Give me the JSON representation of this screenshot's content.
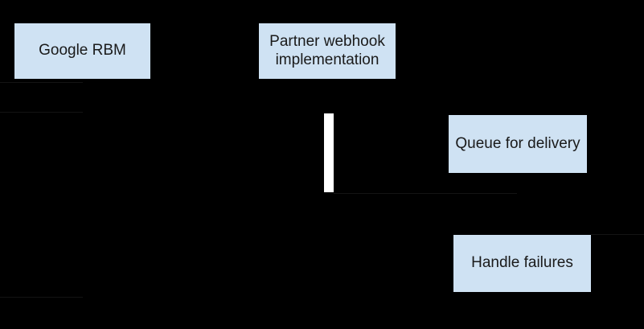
{
  "diagram": {
    "colors": {
      "background": "#000000",
      "node_fill": "#cfe2f3",
      "node_text": "#1a1a1a",
      "activation_bar": "#ffffff",
      "faint_line": "#141414"
    },
    "nodes": [
      {
        "id": "google-rbm",
        "label": "Google RBM"
      },
      {
        "id": "partner-webhook",
        "label": "Partner webhook implementation"
      },
      {
        "id": "queue-for-delivery",
        "label": "Queue for delivery"
      },
      {
        "id": "handle-failures",
        "label": "Handle failures"
      }
    ]
  }
}
